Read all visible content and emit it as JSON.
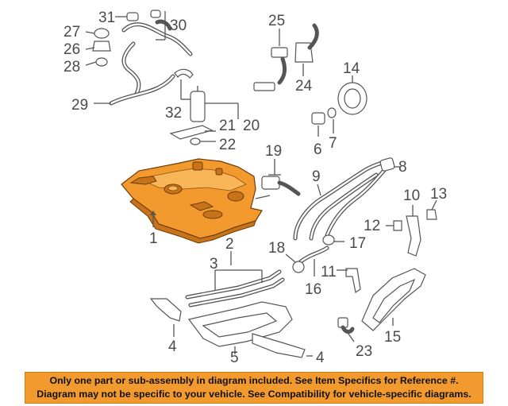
{
  "callouts": {
    "n1": "1",
    "n2": "2",
    "n3": "3",
    "n4a": "4",
    "n4b": "4",
    "n5": "5",
    "n6": "6",
    "n7": "7",
    "n8": "8",
    "n9": "9",
    "n10": "10",
    "n11": "11",
    "n12": "12",
    "n13": "13",
    "n14": "14",
    "n15": "15",
    "n16": "16",
    "n17": "17",
    "n18": "18",
    "n19": "19",
    "n20": "20",
    "n21": "21",
    "n22": "22",
    "n23": "23",
    "n24": "24",
    "n25": "25",
    "n26": "26",
    "n27": "27",
    "n28": "28",
    "n29": "29",
    "n30": "30",
    "n31": "31",
    "n32": "32"
  },
  "highlight_color": "#f29a2e",
  "disclaimer": {
    "line1": "Only one part or sub-assembly in diagram included. See Item Specifics for Reference #.",
    "line2": "Diagram may not be specific to your vehicle. See Compatibility for vehicle-specific diagrams."
  }
}
